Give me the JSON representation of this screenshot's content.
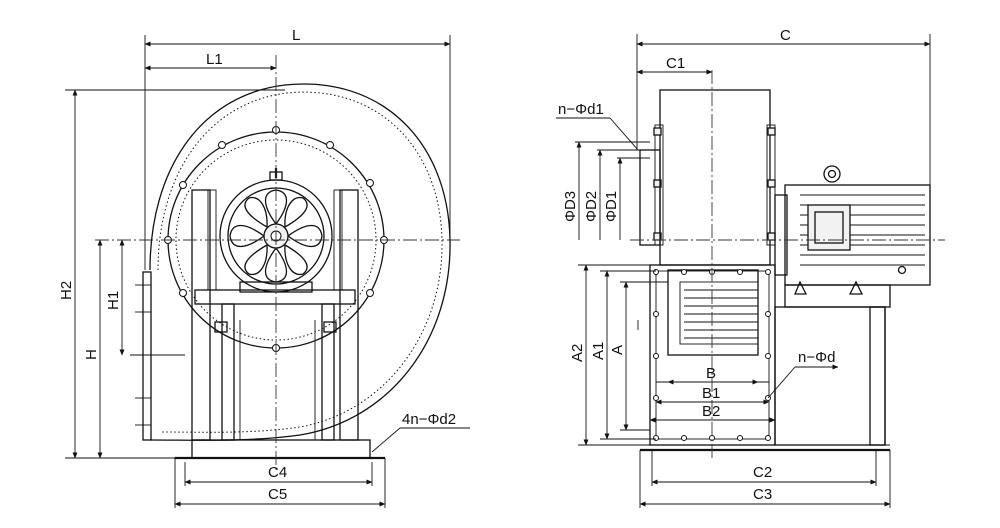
{
  "diagram": {
    "left_view_labels": {
      "L": "L",
      "L1": "L1",
      "H2": "H2",
      "H": "H",
      "H1": "H1",
      "C4": "C4",
      "C5": "C5",
      "base_holes": "4n−Φd2"
    },
    "right_view_labels": {
      "C": "C",
      "C1": "C1",
      "flange_holes_top": "n−Φd1",
      "D3": "ΦD3",
      "D2": "ΦD2",
      "D1": "ΦD1",
      "A2": "A2",
      "A1": "A1",
      "A": "A",
      "B": "B",
      "B1": "B1",
      "B2": "B2",
      "outlet_holes": "n−Φd",
      "C2": "C2",
      "C3": "C3"
    }
  }
}
